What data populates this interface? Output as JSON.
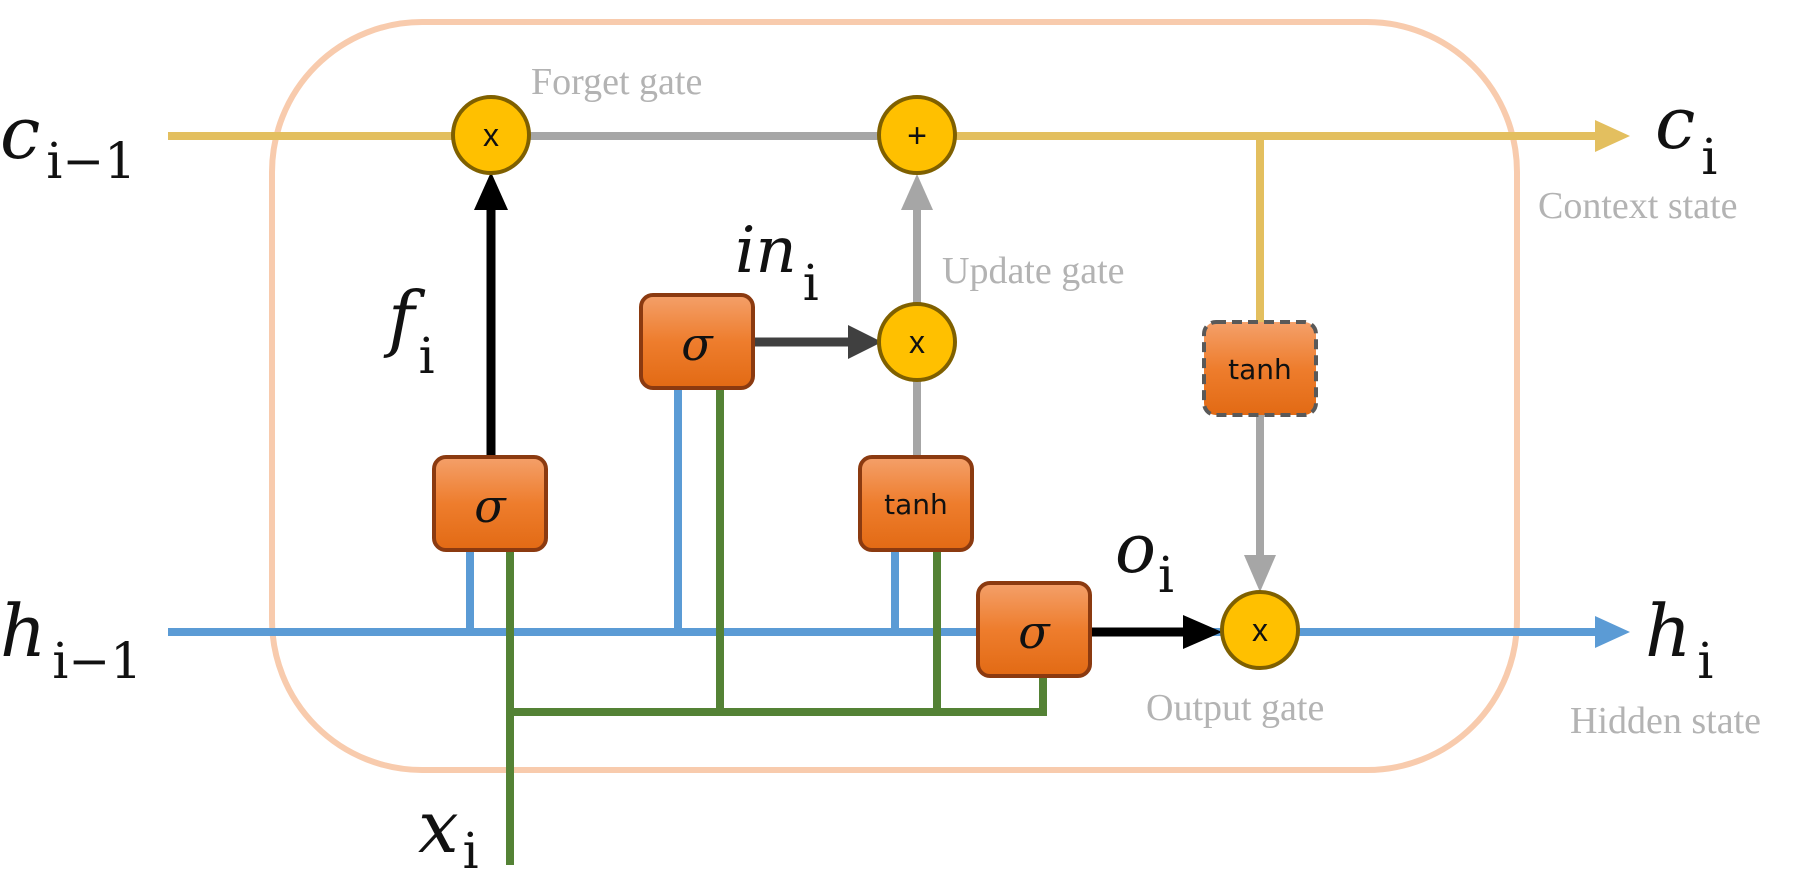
{
  "labels": {
    "c_prev": {
      "base": "c",
      "sub": "i−1"
    },
    "c_next": {
      "base": "c",
      "sub": "i"
    },
    "h_prev": {
      "base": "h",
      "sub": "i−1"
    },
    "h_next": {
      "base": "h",
      "sub": "i"
    },
    "x_in": {
      "base": "x",
      "sub": "i"
    },
    "f_gate": {
      "base": "f",
      "sub": "i"
    },
    "in_gate": {
      "base": "in",
      "sub": "i"
    },
    "o_gate": {
      "base": "o",
      "sub": "i"
    }
  },
  "annotations": {
    "forget": "Forget gate",
    "update": "Update gate",
    "output": "Output gate",
    "context": "Context state",
    "hidden": "Hidden state"
  },
  "operators": {
    "forget_mul": "x",
    "update_add": "+",
    "input_mul": "x",
    "output_mul": "x"
  },
  "blocks": {
    "forget_sigma": "σ",
    "input_sigma": "σ",
    "candidate_tanh": "tanh",
    "output_sigma": "σ",
    "state_tanh": "tanh"
  },
  "colors": {
    "cell_line": "#e3bf5f",
    "hidden_line": "#5b9bd5",
    "input_line": "#548235",
    "gray_line": "#a6a6a6",
    "cell_border": "#f8cbad",
    "box_fill": "#ee7d2d",
    "box_border": "#8b3a10",
    "op_fill": "#ffc000",
    "op_border": "#7f6000"
  }
}
